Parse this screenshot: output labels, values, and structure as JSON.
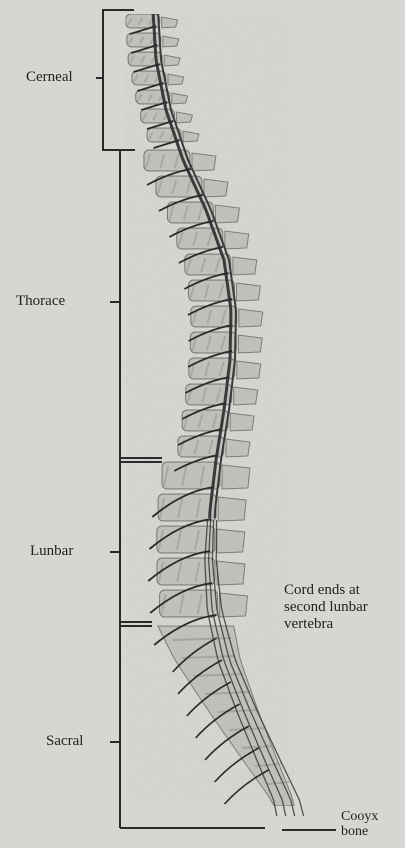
{
  "diagram": {
    "regions": [
      {
        "id": "cervical",
        "label": "Cerneal"
      },
      {
        "id": "thoracic",
        "label": "Thorace"
      },
      {
        "id": "lumbar",
        "label": "Lunbar"
      },
      {
        "id": "sacral",
        "label": "Sacral"
      }
    ],
    "annotations": {
      "cord_end": "Cord ends at\nsecond lunbar\nvertebra",
      "coccyx": "Cooyx\nbone"
    },
    "colors": {
      "background": "#d6d6d2",
      "ink": "#2a2a2a",
      "vertebra_fill": "#c4c4bf",
      "vertebra_shade": "#9c9c97",
      "cord": "#3a3a3a"
    }
  }
}
